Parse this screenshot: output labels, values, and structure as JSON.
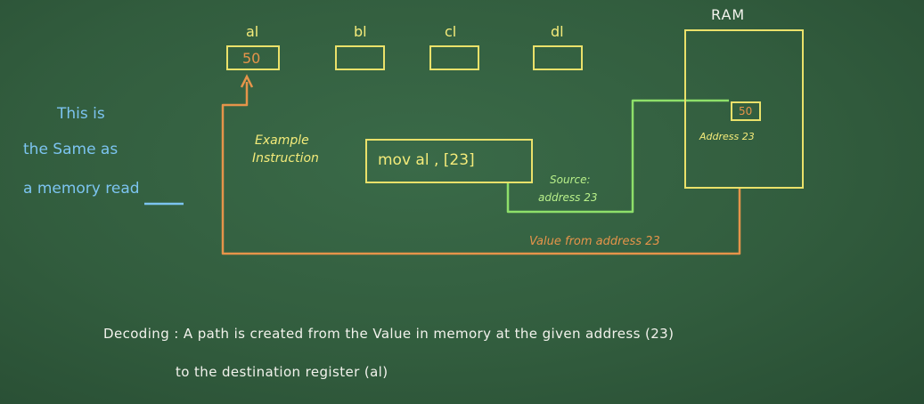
{
  "registers": [
    {
      "name": "al",
      "value": "50"
    },
    {
      "name": "bl",
      "value": ""
    },
    {
      "name": "cl",
      "value": ""
    },
    {
      "name": "dl",
      "value": ""
    }
  ],
  "ram": {
    "label": "RAM",
    "cell_value": "50",
    "cell_label": "Address 23"
  },
  "instruction": {
    "label_line1": "Example",
    "label_line2": "Instruction",
    "text": "mov al , [23]"
  },
  "source": {
    "line1": "Source:",
    "line2": "address 23"
  },
  "value_path_label": "Value from address 23",
  "side_note": {
    "line1": "This is",
    "line2": "the Same as",
    "line3_prefix": "a memory ",
    "line3_highlight": "read"
  },
  "decoding": {
    "line1": "Decoding : A path is created from the Value in memory at the given address (23)",
    "line2": "to the destination register (al)"
  },
  "colors": {
    "board": "#325d3e",
    "chalk_yellow": "#f4eb7a",
    "chalk_orange": "#e6944a",
    "chalk_green": "#8ee06a",
    "chalk_blue": "#7cc4f0",
    "chalk_white": "#f2f2ec"
  }
}
